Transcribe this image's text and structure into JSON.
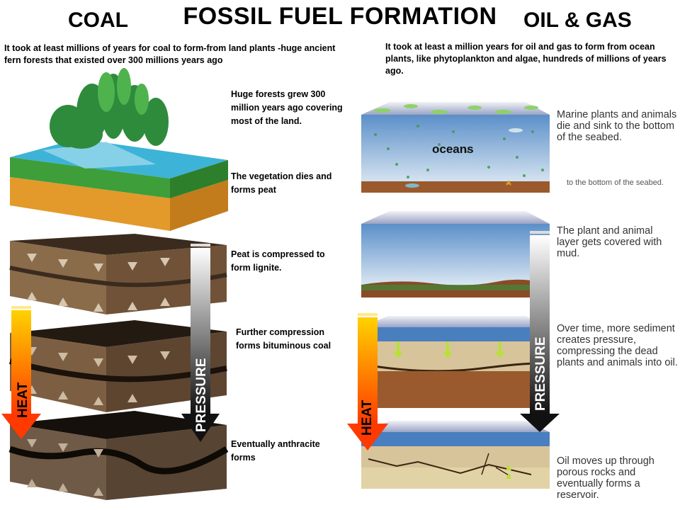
{
  "title": "FOSSIL FUEL FORMATION",
  "coal": {
    "heading": "COAL",
    "intro": "It took at least millions of years for coal to form-from land plants -huge ancient  fern forests that existed over 300 millions years ago",
    "stages": [
      "Huge forests grew 300 million years ago covering most of the land.",
      "The vegetation dies and forms peat",
      "Peat is compressed to form lignite.",
      "Further compression forms bituminous coal",
      "Eventually anthracite forms"
    ],
    "heat_label": "HEAT",
    "pressure_label": "PRESSURE"
  },
  "oil_gas": {
    "heading": "OIL & GAS",
    "intro": "It took at least a million years for oil and gas to form from ocean plants, like phytoplankton and algae, hundreds of millions of years ago.",
    "oceans_label": "oceans",
    "stages": [
      "Marine plants and animals die and sink to the bottom of the seabed.",
      "The plant and animal layer gets covered with mud.",
      "Over time, more sediment creates pressure, compressing the dead plants and animals into oil.",
      "Oil moves up through porous rocks and eventually forms a reservoir."
    ],
    "faded_caption": "to the bottom of the seabed.",
    "heat_label": "HEAT",
    "pressure_label": "PRESSURE"
  },
  "colors": {
    "heat_top": "#ffd200",
    "heat_bottom": "#ff3a00",
    "pressure_top": "#ffffff",
    "pressure_bottom": "#111111"
  }
}
